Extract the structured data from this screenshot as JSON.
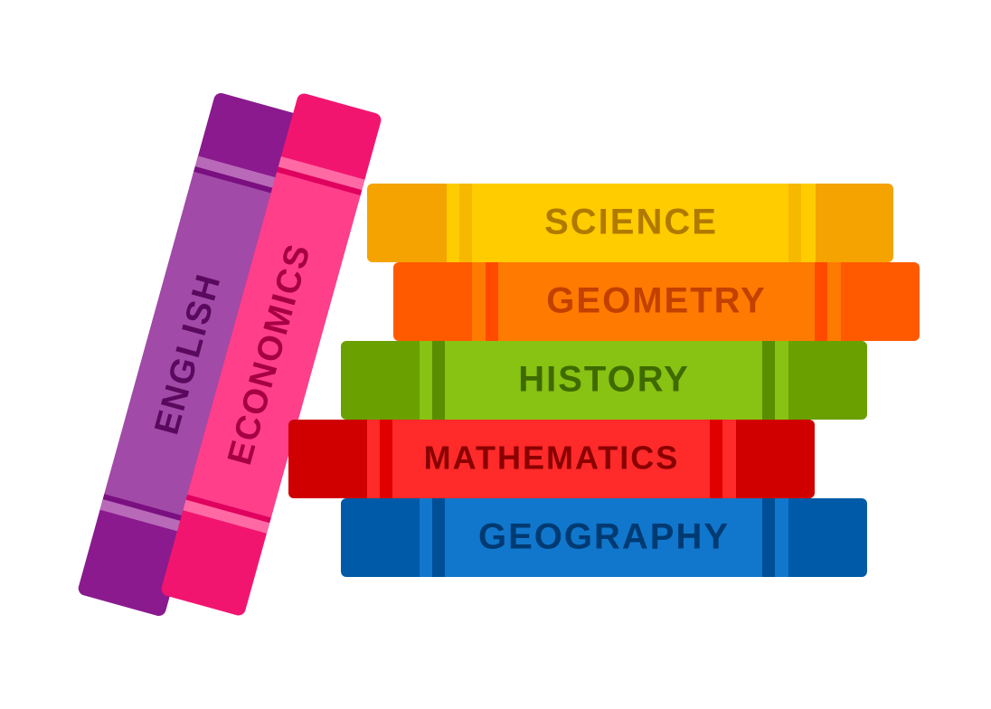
{
  "books": {
    "stack": [
      {
        "title": "SCIENCE",
        "colors": {
          "cover": "#f5a300",
          "band": "#ffcc00",
          "stripe": "#f7b800",
          "text": "#b07a00"
        }
      },
      {
        "title": "GEOMETRY",
        "colors": {
          "cover": "#ff5a00",
          "band": "#ff7a00",
          "stripe": "#ff4a00",
          "text": "#c24000"
        }
      },
      {
        "title": "HISTORY",
        "colors": {
          "cover": "#6aa000",
          "band": "#88c212",
          "stripe": "#5a8e00",
          "text": "#3f6a00"
        }
      },
      {
        "title": "MATHEMATICS",
        "colors": {
          "cover": "#d00000",
          "band": "#ff2a2a",
          "stripe": "#e00000",
          "text": "#8a0000"
        }
      },
      {
        "title": "GEOGRAPHY",
        "colors": {
          "cover": "#005aa8",
          "band": "#1077cc",
          "stripe": "#004f96",
          "text": "#003a72"
        }
      }
    ],
    "leaning": [
      {
        "title": "ENGLISH",
        "colors": {
          "cover": "#8a1a8e",
          "band": "#a24aa8",
          "stripe": "#b86ab8",
          "text": "#5a0a5e"
        }
      },
      {
        "title": "ECONOMICS",
        "colors": {
          "cover": "#f21570",
          "band": "#ff3f8a",
          "stripe": "#ff6aa4",
          "text": "#a60045"
        }
      }
    ]
  }
}
